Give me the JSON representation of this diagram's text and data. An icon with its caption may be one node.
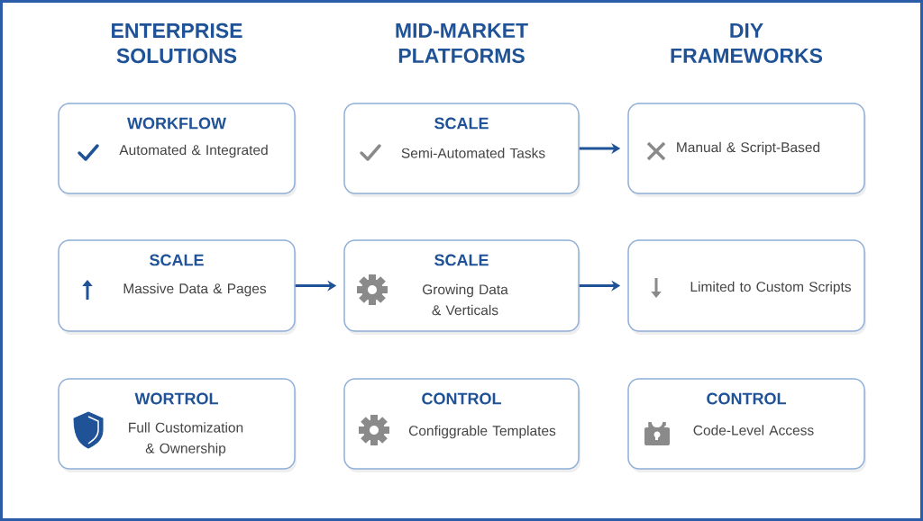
{
  "diagram": {
    "nodes": [
      {
        "text": [
          "WORKFLOW",
          "Automated & Integrated"
        ]
      },
      {
        "text": [
          "SCALE",
          "Semi-Automated Tasks"
        ]
      },
      {
        "text": [
          "Manual & Script-Based"
        ]
      },
      {
        "text": [
          "SCALE",
          "Massive Data & Pages"
        ]
      },
      {
        "text": [
          "SCALE",
          "Growing Data & Verticals"
        ]
      },
      {
        "text": [
          "Limited to Custom Scripts"
        ]
      },
      {
        "text": [
          "WORTROL",
          "Full Customization & Ownership"
        ]
      },
      {
        "text": [
          "CONTROL",
          "Configgrable Templates"
        ]
      },
      {
        "text": [
          "CONTROL",
          "Code-Level Access"
        ]
      }
    ],
    "edges": [
      {
        "from": 1,
        "to": 2,
        "arrow": "to"
      },
      {
        "from": 3,
        "to": 4,
        "arrow": "to"
      },
      {
        "from": 4,
        "to": 5,
        "arrow": "to"
      }
    ],
    "labels": [
      "ENTERPRISE SOLUTIONS",
      "MID-MARKET PLATFORMS",
      "DIY FRAMEWORKS"
    ]
  }
}
